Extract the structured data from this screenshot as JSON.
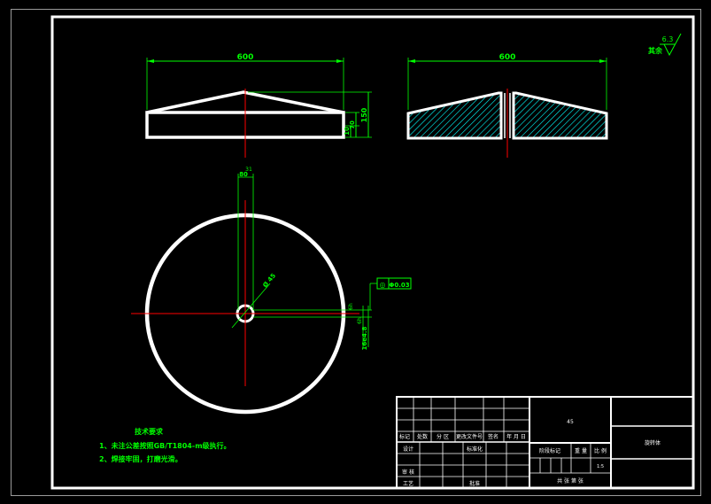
{
  "views": {
    "front_width": "600",
    "section_width": "600",
    "height_total": "150",
    "height_small": "70",
    "height_base": "10",
    "top_dim_1": "80",
    "top_dim_2": "31",
    "hole_dia": "Ø 45",
    "gtol_symbol": "◎",
    "gtol_value": "Φ0.03",
    "vert_dim_1": "6h",
    "vert_dim_2": "6h",
    "vert_dim_3": "16e4.8"
  },
  "roughness": {
    "value": "6.3",
    "label": "其余"
  },
  "notes": {
    "title": "技术要求",
    "line1": "1、未注公差按照GB/T1804-m级执行。",
    "line2": "2、焊接牢固，打磨光滑。"
  },
  "title_block": {
    "left_headers": [
      "标记",
      "处数",
      "分 区",
      "更改文件号",
      "签名",
      "年 月 日"
    ],
    "design": "设计",
    "standardize": "标准化",
    "review": "审 核",
    "process": "工艺",
    "approve": "批准",
    "material": "45",
    "stage_mark": "阶段标记",
    "weight": "重 量",
    "scale": "比 例",
    "scale_value": "1:5",
    "sheets": "共   张 第   张",
    "part_name": "旋转体"
  },
  "colors": {
    "border": "#ffffff",
    "dimension": "#00ff00",
    "centerline": "#ff0000",
    "hatch": "#00ffff",
    "text": "#ffffff"
  }
}
